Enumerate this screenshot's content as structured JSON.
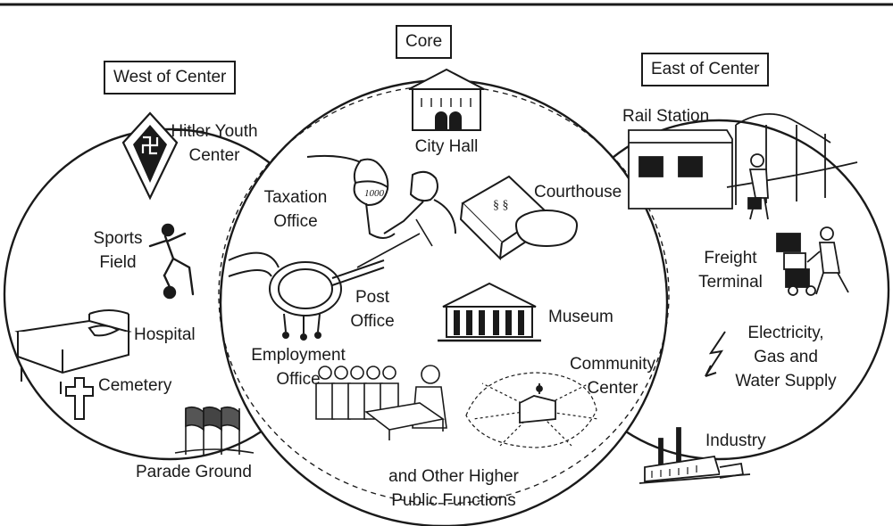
{
  "regions": {
    "west": "West of Center",
    "core": "Core",
    "east": "East of Center"
  },
  "west_items": {
    "hitler_youth_center": "Hitler Youth\nCenter",
    "sports_field": "Sports\nField",
    "hospital": "Hospital",
    "cemetery": "Cemetery",
    "parade_ground": "Parade Ground"
  },
  "core_items": {
    "city_hall": "City Hall",
    "taxation_office": "Taxation\nOffice",
    "courthouse": "Courthouse",
    "post_office": "Post\nOffice",
    "museum": "Museum",
    "employment_office": "Employment\nOffice",
    "community_center": "Community\nCenter",
    "higher_public_functions": "and Other Higher\nPublic Functions",
    "tax_bag_label": "1000"
  },
  "east_items": {
    "rail_station": "Rail Station",
    "freight_terminal": "Freight\nTerminal",
    "utilities": "Electricity,\nGas and\nWater Supply",
    "industry": "Industry"
  },
  "colors": {
    "ink": "#1a1a1a",
    "background": "#ffffff"
  }
}
